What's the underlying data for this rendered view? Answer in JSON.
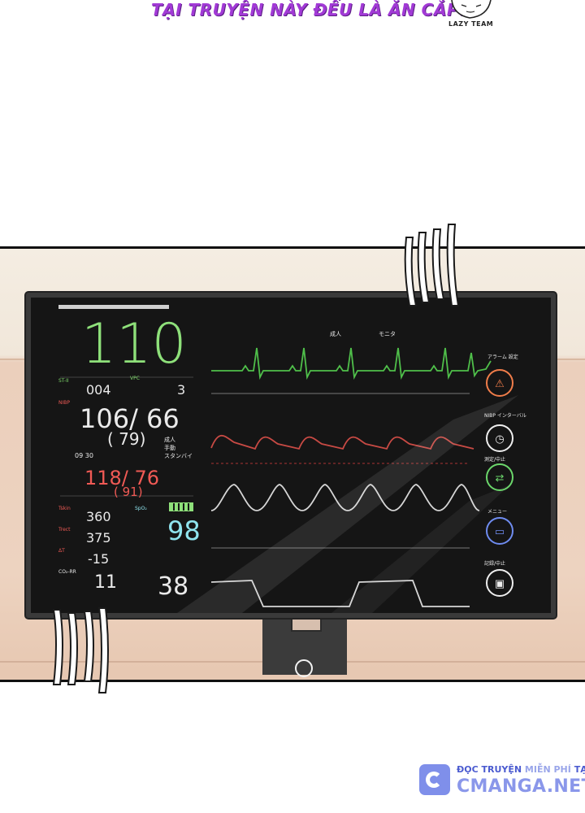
{
  "banner": {
    "text": "TẠI TRUYỆN NÀY ĐỀU LÀ ĂN CẮP!",
    "team": "LAZY TEAM"
  },
  "monitor": {
    "heart_rate": "110",
    "st_label": "ST-II",
    "st_value": "004",
    "vpc_label": "VPC",
    "vpc_value": "3",
    "nibp_label": "NIBP",
    "nibp_sys_dia": "106/ 66",
    "nibp_mean": "( 79)",
    "time_a": "09 30",
    "mode_adult": "成人",
    "mode_manual": "手動",
    "mode_standby": "スタンバイ",
    "art_sys_dia": "118/ 76",
    "art_mean": "( 91)",
    "tskin_label": "Tskin",
    "tskin_value": "360",
    "trect_label": "Trect",
    "trect_value": "375",
    "dt_label": "ΔT",
    "dt_value": "-15",
    "spo2_label": "SpO₂",
    "spo2_value": "98",
    "co2_label": "CO₂-RR",
    "co2_rr": "11",
    "etco2": "38",
    "top_adult": "成人",
    "top_monitor": "モニタ",
    "alarm_label": "アラーム 設定",
    "nibp_interval_label": "NIBP インターバル",
    "measure_label": "測定/中止",
    "menu_label": "メニュー",
    "record_label": "記録/中止"
  },
  "footer": {
    "line1_a": "ĐỌC TRUYỆN",
    "line1_b": "MIỄN PHÍ",
    "line1_c": "TẠI",
    "site": "CMANGA.NET"
  },
  "colors": {
    "banner": "#a23ad6",
    "hr_green": "#8ee07a",
    "bp_red": "#f05a55",
    "spo2_cyan": "#8fe4ee",
    "footer_blue": "#8a97ea"
  }
}
